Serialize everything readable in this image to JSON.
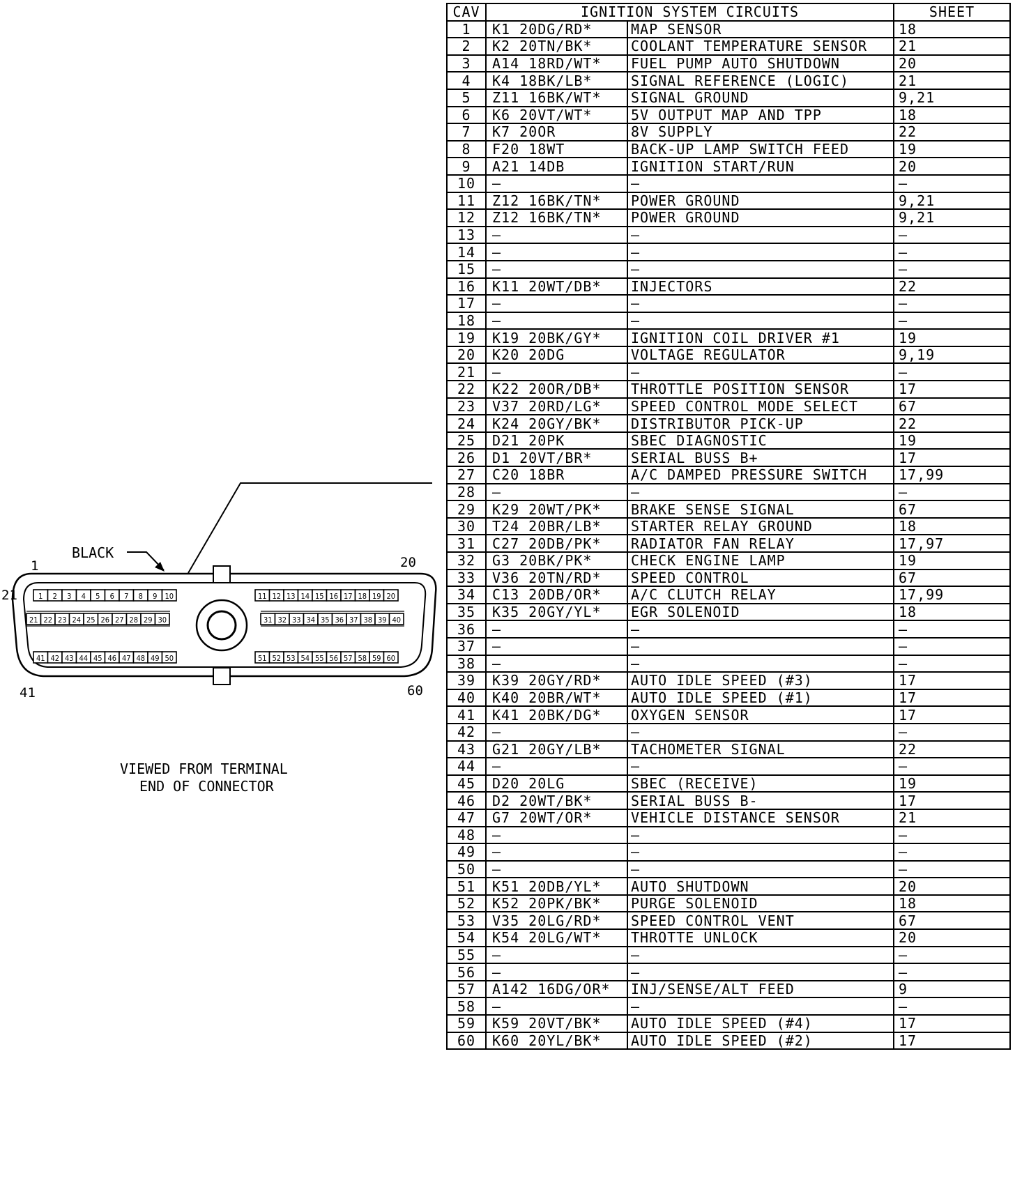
{
  "table": {
    "headers": {
      "cav": "CAV",
      "circuits": "IGNITION SYSTEM CIRCUITS",
      "sheet": "SHEET"
    },
    "rows": [
      {
        "cav": "1",
        "wire": "K1 20DG/RD*",
        "function": "MAP SENSOR",
        "sheet": "18"
      },
      {
        "cav": "2",
        "wire": "K2 20TN/BK*",
        "function": "COOLANT TEMPERATURE SENSOR",
        "sheet": "21"
      },
      {
        "cav": "3",
        "wire": "A14 18RD/WT*",
        "function": "FUEL PUMP AUTO SHUTDOWN",
        "sheet": "20"
      },
      {
        "cav": "4",
        "wire": "K4 18BK/LB*",
        "function": "SIGNAL REFERENCE (LOGIC)",
        "sheet": "21"
      },
      {
        "cav": "5",
        "wire": "Z11 16BK/WT*",
        "function": "SIGNAL GROUND",
        "sheet": "9,21"
      },
      {
        "cav": "6",
        "wire": "K6 20VT/WT*",
        "function": "5V OUTPUT MAP AND TPP",
        "sheet": "18"
      },
      {
        "cav": "7",
        "wire": "K7 20OR",
        "function": "8V SUPPLY",
        "sheet": "22"
      },
      {
        "cav": "8",
        "wire": "F20 18WT",
        "function": "BACK-UP LAMP SWITCH FEED",
        "sheet": "19"
      },
      {
        "cav": "9",
        "wire": "A21 14DB",
        "function": "IGNITION START/RUN",
        "sheet": "20"
      },
      {
        "cav": "10",
        "wire": "—",
        "function": "—",
        "sheet": "—"
      },
      {
        "cav": "11",
        "wire": "Z12 16BK/TN*",
        "function": "POWER GROUND",
        "sheet": "9,21"
      },
      {
        "cav": "12",
        "wire": "Z12 16BK/TN*",
        "function": "POWER GROUND",
        "sheet": "9,21"
      },
      {
        "cav": "13",
        "wire": "—",
        "function": "—",
        "sheet": "—"
      },
      {
        "cav": "14",
        "wire": "—",
        "function": "—",
        "sheet": "—"
      },
      {
        "cav": "15",
        "wire": "—",
        "function": "—",
        "sheet": "—"
      },
      {
        "cav": "16",
        "wire": "K11 20WT/DB*",
        "function": "INJECTORS",
        "sheet": "22"
      },
      {
        "cav": "17",
        "wire": "—",
        "function": "—",
        "sheet": "—"
      },
      {
        "cav": "18",
        "wire": "—",
        "function": "—",
        "sheet": "—"
      },
      {
        "cav": "19",
        "wire": "K19 20BK/GY*",
        "function": "IGNITION COIL DRIVER #1",
        "sheet": "19"
      },
      {
        "cav": "20",
        "wire": "K20 20DG",
        "function": "VOLTAGE REGULATOR",
        "sheet": "9,19"
      },
      {
        "cav": "21",
        "wire": "—",
        "function": "—",
        "sheet": "—"
      },
      {
        "cav": "22",
        "wire": "K22 20OR/DB*",
        "function": "THROTTLE POSITION SENSOR",
        "sheet": "17"
      },
      {
        "cav": "23",
        "wire": "V37 20RD/LG*",
        "function": "SPEED CONTROL MODE SELECT",
        "sheet": "67"
      },
      {
        "cav": "24",
        "wire": "K24 20GY/BK*",
        "function": "DISTRIBUTOR PICK-UP",
        "sheet": "22"
      },
      {
        "cav": "25",
        "wire": "D21 20PK",
        "function": "SBEC DIAGNOSTIC",
        "sheet": "19"
      },
      {
        "cav": "26",
        "wire": "D1 20VT/BR*",
        "function": "SERIAL BUSS B+",
        "sheet": "17"
      },
      {
        "cav": "27",
        "wire": "C20 18BR",
        "function": "A/C DAMPED PRESSURE SWITCH",
        "sheet": "17,99"
      },
      {
        "cav": "28",
        "wire": "—",
        "function": "—",
        "sheet": "—"
      },
      {
        "cav": "29",
        "wire": "K29 20WT/PK*",
        "function": "BRAKE SENSE SIGNAL",
        "sheet": "67"
      },
      {
        "cav": "30",
        "wire": "T24 20BR/LB*",
        "function": "STARTER RELAY GROUND",
        "sheet": "18"
      },
      {
        "cav": "31",
        "wire": "C27 20DB/PK*",
        "function": "RADIATOR FAN RELAY",
        "sheet": "17,97"
      },
      {
        "cav": "32",
        "wire": "G3 20BK/PK*",
        "function": "CHECK ENGINE LAMP",
        "sheet": "19"
      },
      {
        "cav": "33",
        "wire": "V36 20TN/RD*",
        "function": "SPEED CONTROL",
        "sheet": "67"
      },
      {
        "cav": "34",
        "wire": "C13 20DB/OR*",
        "function": "A/C CLUTCH RELAY",
        "sheet": "17,99"
      },
      {
        "cav": "35",
        "wire": "K35 20GY/YL*",
        "function": "EGR SOLENOID",
        "sheet": "18"
      },
      {
        "cav": "36",
        "wire": "—",
        "function": "—",
        "sheet": "—"
      },
      {
        "cav": "37",
        "wire": "—",
        "function": "—",
        "sheet": "—"
      },
      {
        "cav": "38",
        "wire": "—",
        "function": "—",
        "sheet": "—"
      },
      {
        "cav": "39",
        "wire": "K39 20GY/RD*",
        "function": "AUTO IDLE SPEED (#3)",
        "sheet": "17"
      },
      {
        "cav": "40",
        "wire": "K40 20BR/WT*",
        "function": "AUTO IDLE SPEED (#1)",
        "sheet": "17"
      },
      {
        "cav": "41",
        "wire": "K41 20BK/DG*",
        "function": "OXYGEN SENSOR",
        "sheet": "17"
      },
      {
        "cav": "42",
        "wire": "—",
        "function": "—",
        "sheet": "—"
      },
      {
        "cav": "43",
        "wire": "G21 20GY/LB*",
        "function": "TACHOMETER SIGNAL",
        "sheet": "22"
      },
      {
        "cav": "44",
        "wire": "—",
        "function": "—",
        "sheet": "—"
      },
      {
        "cav": "45",
        "wire": "D20 20LG",
        "function": "SBEC (RECEIVE)",
        "sheet": "19"
      },
      {
        "cav": "46",
        "wire": "D2 20WT/BK*",
        "function": "SERIAL BUSS B-",
        "sheet": "17"
      },
      {
        "cav": "47",
        "wire": "G7 20WT/OR*",
        "function": "VEHICLE DISTANCE SENSOR",
        "sheet": "21"
      },
      {
        "cav": "48",
        "wire": "—",
        "function": "—",
        "sheet": "—"
      },
      {
        "cav": "49",
        "wire": "—",
        "function": "—",
        "sheet": "—"
      },
      {
        "cav": "50",
        "wire": "—",
        "function": "—",
        "sheet": "—"
      },
      {
        "cav": "51",
        "wire": "K51 20DB/YL*",
        "function": "AUTO SHUTDOWN",
        "sheet": "20"
      },
      {
        "cav": "52",
        "wire": "K52 20PK/BK*",
        "function": "PURGE SOLENOID",
        "sheet": "18"
      },
      {
        "cav": "53",
        "wire": "V35 20LG/RD*",
        "function": "SPEED CONTROL VENT",
        "sheet": "67"
      },
      {
        "cav": "54",
        "wire": "K54 20LG/WT*",
        "function": "THROTTE UNLOCK",
        "sheet": "20"
      },
      {
        "cav": "55",
        "wire": "—",
        "function": "—",
        "sheet": "—"
      },
      {
        "cav": "56",
        "wire": "—",
        "function": "—",
        "sheet": "—"
      },
      {
        "cav": "57",
        "wire": "A142 16DG/OR*",
        "function": "INJ/SENSE/ALT FEED",
        "sheet": "9"
      },
      {
        "cav": "58",
        "wire": "—",
        "function": "—",
        "sheet": "—"
      },
      {
        "cav": "59",
        "wire": "K59 20VT/BK*",
        "function": "AUTO IDLE SPEED (#4)",
        "sheet": "17"
      },
      {
        "cav": "60",
        "wire": "K60 20YL/BK*",
        "function": "AUTO IDLE SPEED (#2)",
        "sheet": "17"
      }
    ]
  },
  "connector": {
    "color_label": "BLACK",
    "corner_labels": {
      "top_left": "1",
      "top_right": "20",
      "left": "21",
      "bottom_left": "41",
      "bottom_right": "60"
    },
    "caption_line1": "VIEWED FROM TERMINAL",
    "caption_line2": "END OF CONNECTOR",
    "row1_left": [
      "1",
      "2",
      "3",
      "4",
      "5",
      "6",
      "7",
      "8",
      "9",
      "10"
    ],
    "row1_right": [
      "11",
      "12",
      "13",
      "14",
      "15",
      "16",
      "17",
      "18",
      "19",
      "20"
    ],
    "row2_left": [
      "21",
      "22",
      "23",
      "24",
      "25",
      "26",
      "27",
      "28",
      "29",
      "30"
    ],
    "row2_right": [
      "31",
      "32",
      "33",
      "34",
      "35",
      "36",
      "37",
      "38",
      "39",
      "40"
    ],
    "row3_left": [
      "41",
      "42",
      "43",
      "44",
      "45",
      "46",
      "47",
      "48",
      "49",
      "50"
    ],
    "row3_right": [
      "51",
      "52",
      "53",
      "54",
      "55",
      "56",
      "57",
      "58",
      "59",
      "60"
    ]
  }
}
